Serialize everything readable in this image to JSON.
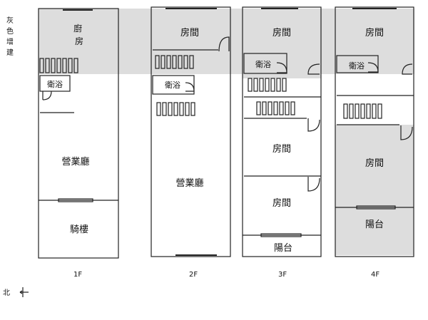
{
  "legend": "灰色增建",
  "compass_label": "北",
  "colors": {
    "shade": "#dddddd",
    "line": "#222222",
    "background": "#ffffff"
  },
  "floors": [
    {
      "id": "1F",
      "label": "1F",
      "rooms": {
        "kitchen": "廚房",
        "bath": "衛浴",
        "business_hall": "營業廳",
        "arcade": "騎樓"
      }
    },
    {
      "id": "2F",
      "label": "2F",
      "rooms": {
        "room": "房間",
        "bath": "衛浴",
        "business_hall": "營業廳"
      }
    },
    {
      "id": "3F",
      "label": "3F",
      "rooms": {
        "room_top": "房間",
        "bath": "衛浴",
        "room_mid": "房間",
        "room_low": "房間",
        "balcony": "陽台"
      }
    },
    {
      "id": "4F",
      "label": "4F",
      "rooms": {
        "room_top": "房間",
        "bath": "衛浴",
        "room_mid": "房間",
        "balcony": "陽台"
      }
    }
  ]
}
